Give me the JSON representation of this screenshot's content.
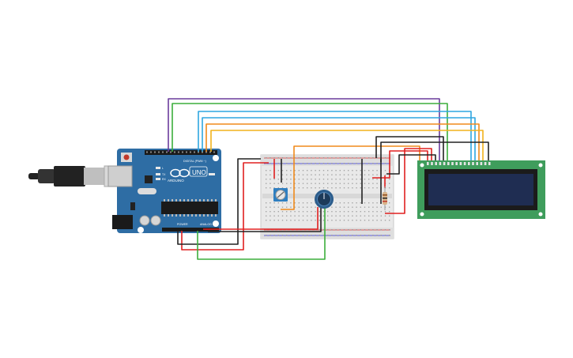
{
  "arduino": {
    "brand": "ARDUINO",
    "model": "UNO",
    "digital_header": "DIGITAL (PWM ~)",
    "power_header": "POWER",
    "analog_header": "ANALOG IN",
    "tx_label": "TX",
    "rx_label": "RX",
    "led_label": "L"
  },
  "colors": {
    "board": "#2e6da4",
    "lcd_pcb": "#3f9d5c",
    "lcd_screen": "#1f2d52",
    "wire_red": "#e02020",
    "wire_black": "#222222",
    "wire_green": "#3cae3c",
    "wire_purple": "#6a3c9c",
    "wire_blue": "#2fa6e0",
    "wire_orange": "#f08a1c",
    "wire_yellow": "#f2b21c"
  },
  "components": {
    "potentiometer": "potentiometer-knob",
    "trimmer": "trimmer-potentiometer",
    "resistor": "resistor",
    "lcd": "lcd-16x2"
  }
}
